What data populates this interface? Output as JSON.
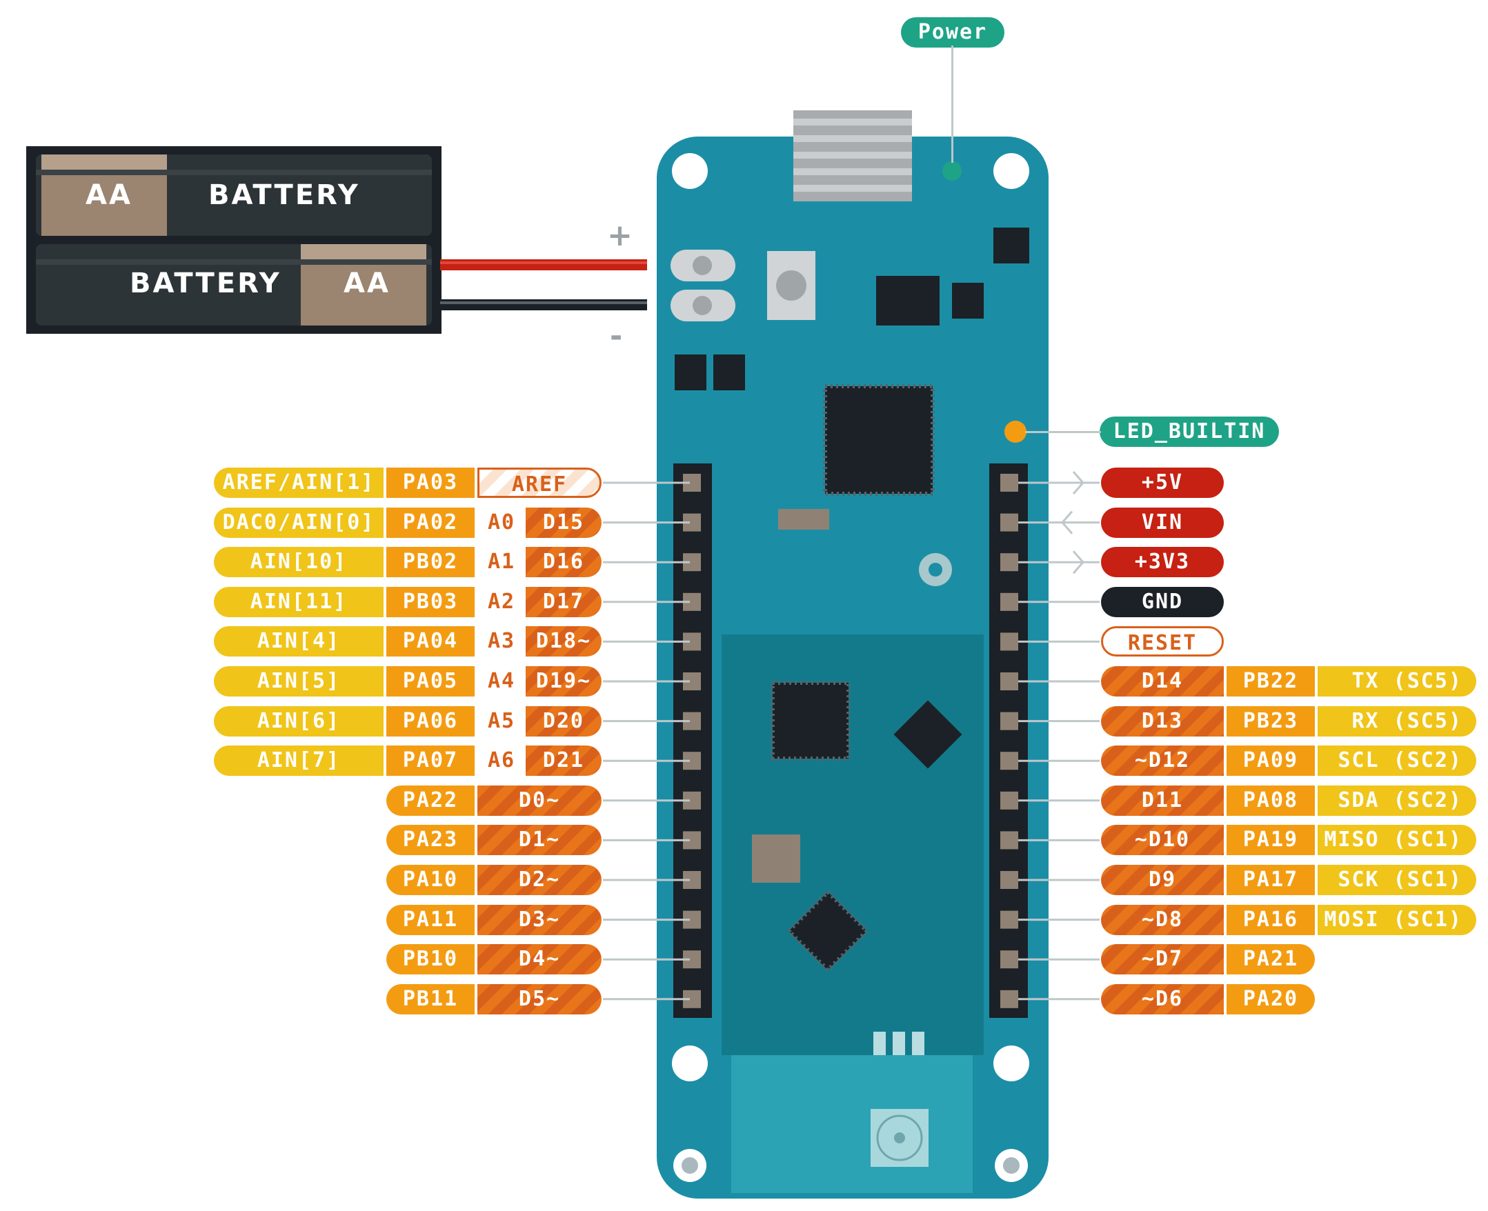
{
  "battery": {
    "cell_label": "AA",
    "body_label": "BATTERY",
    "plus": "+",
    "minus": "-"
  },
  "colors": {
    "board": "#1b8ea6",
    "analog_yellow": "#f0c419",
    "port_orange": "#f39c12",
    "digital_orange": "#e8751a",
    "power_red": "#c62112",
    "gnd_black": "#1b2126",
    "special_green": "#1fa386"
  },
  "labels": {
    "power": "Power",
    "led_builtin": "LED_BUILTIN"
  },
  "left_pins": [
    {
      "analog": "AREF/AIN[1]",
      "port": "PA03",
      "arduino_a": "",
      "arduino_d": "AREF"
    },
    {
      "analog": "DAC0/AIN[0]",
      "port": "PA02",
      "arduino_a": "A0",
      "arduino_d": "D15"
    },
    {
      "analog": "AIN[10]",
      "port": "PB02",
      "arduino_a": "A1",
      "arduino_d": "D16"
    },
    {
      "analog": "AIN[11]",
      "port": "PB03",
      "arduino_a": "A2",
      "arduino_d": "D17"
    },
    {
      "analog": "AIN[4]",
      "port": "PA04",
      "arduino_a": "A3",
      "arduino_d": "D18~"
    },
    {
      "analog": "AIN[5]",
      "port": "PA05",
      "arduino_a": "A4",
      "arduino_d": "D19~"
    },
    {
      "analog": "AIN[6]",
      "port": "PA06",
      "arduino_a": "A5",
      "arduino_d": "D20"
    },
    {
      "analog": "AIN[7]",
      "port": "PA07",
      "arduino_a": "A6",
      "arduino_d": "D21"
    },
    {
      "analog": "",
      "port": "PA22",
      "arduino_a": "",
      "arduino_d": "D0~"
    },
    {
      "analog": "",
      "port": "PA23",
      "arduino_a": "",
      "arduino_d": "D1~"
    },
    {
      "analog": "",
      "port": "PA10",
      "arduino_a": "",
      "arduino_d": "D2~"
    },
    {
      "analog": "",
      "port": "PA11",
      "arduino_a": "",
      "arduino_d": "D3~"
    },
    {
      "analog": "",
      "port": "PB10",
      "arduino_a": "",
      "arduino_d": "D4~"
    },
    {
      "analog": "",
      "port": "PB11",
      "arduino_a": "",
      "arduino_d": "D5~"
    }
  ],
  "right_power_pins": [
    {
      "label": "+5V",
      "kind": "power",
      "arrow": "out"
    },
    {
      "label": "VIN",
      "kind": "power",
      "arrow": "in"
    },
    {
      "label": "+3V3",
      "kind": "power",
      "arrow": "out"
    },
    {
      "label": "GND",
      "kind": "gnd",
      "arrow": ""
    },
    {
      "label": "RESET",
      "kind": "reset",
      "arrow": ""
    }
  ],
  "right_pins": [
    {
      "arduino_d": "D14",
      "port": "PB22",
      "func": "TX (SC5)"
    },
    {
      "arduino_d": "D13",
      "port": "PB23",
      "func": "RX (SC5)"
    },
    {
      "arduino_d": "~D12",
      "port": "PA09",
      "func": "SCL (SC2)"
    },
    {
      "arduino_d": "D11",
      "port": "PA08",
      "func": "SDA (SC2)"
    },
    {
      "arduino_d": "~D10",
      "port": "PA19",
      "func": "MISO (SC1)"
    },
    {
      "arduino_d": "D9",
      "port": "PA17",
      "func": "SCK (SC1)"
    },
    {
      "arduino_d": "~D8",
      "port": "PA16",
      "func": "MOSI (SC1)"
    },
    {
      "arduino_d": "~D7",
      "port": "PA21",
      "func": ""
    },
    {
      "arduino_d": "~D6",
      "port": "PA20",
      "func": ""
    }
  ]
}
